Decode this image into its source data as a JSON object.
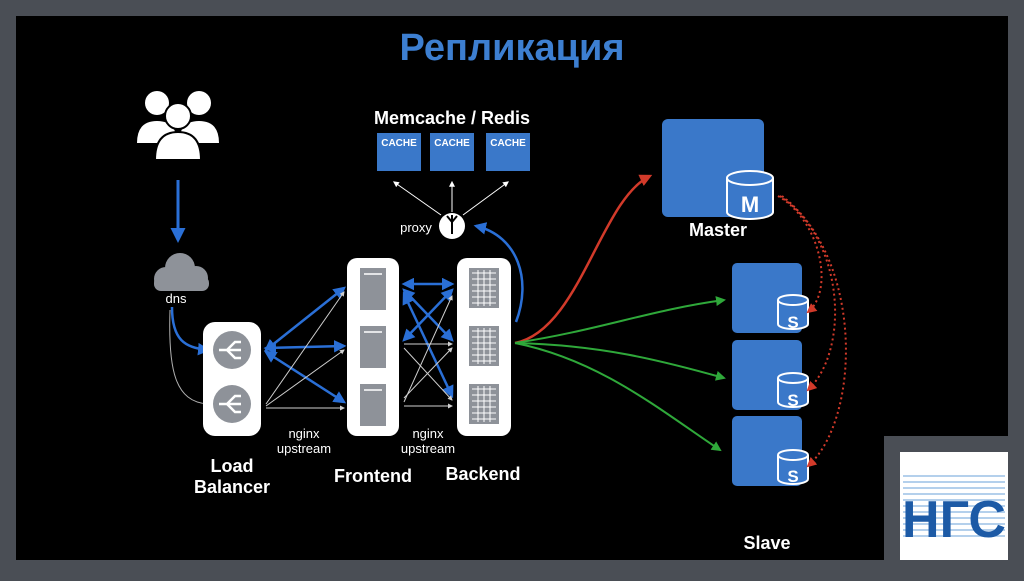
{
  "title": "Репликация",
  "labels": {
    "memcache": "Memcache / Redis",
    "cache": "CACHE",
    "proxy": "proxy",
    "dns": "dns",
    "load_balancer_line1": "Load",
    "load_balancer_line2": "Balancer",
    "nginx_line1": "nginx",
    "nginx_line2": "upstream",
    "frontend": "Frontend",
    "backend": "Backend",
    "master": "Master",
    "master_badge": "M",
    "slave_badge": "S",
    "slave": "Slave",
    "logo_text": "НГС"
  },
  "colors": {
    "title": "#3d7fd1",
    "blue_arrow": "#2a6fd6",
    "red_arrow": "#d23a2a",
    "green_arrow": "#2fa83a",
    "server_blue": "#3a78c9",
    "bg": "#000000",
    "frame": "#4a4e55"
  },
  "icons": [
    "users-icon",
    "cloud-icon",
    "load-balancer-icon",
    "server-icon",
    "proxy-icon",
    "database-icon"
  ]
}
